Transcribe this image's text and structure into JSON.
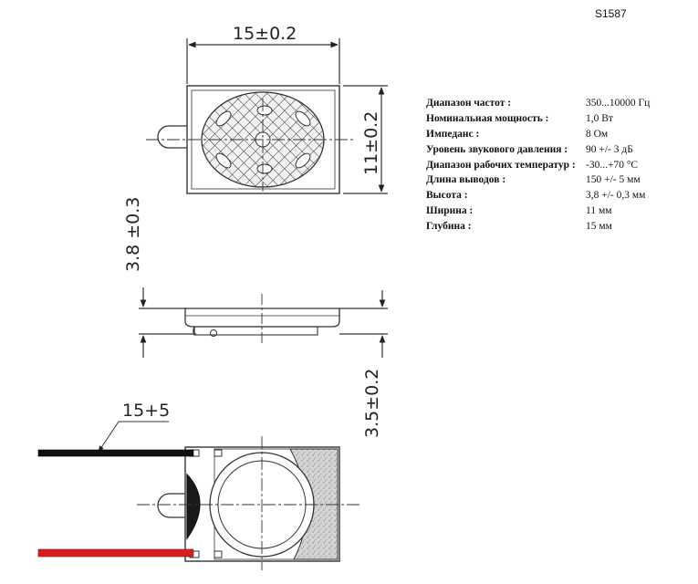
{
  "part_code": "S1587",
  "dimensions": {
    "width": "15±0.2",
    "height": "11±0.2",
    "thickness": "3.8 ±0.3",
    "terminal": "3.5±0.2",
    "lead": "15+5"
  },
  "colors": {
    "lead_black": "#111111",
    "lead_red": "#d42020",
    "line": "#333333",
    "fill_gray": "#d0d0d0"
  },
  "specs": [
    {
      "label": "Диапазон частот :",
      "value": "350...10000 Гц"
    },
    {
      "label": "Номинальная мощность :",
      "value": "1,0 Вт"
    },
    {
      "label": "Импеданс :",
      "value": "8 Ом"
    },
    {
      "label": "Уровень звукового давления :",
      "value": "90 +/- 3 дБ"
    },
    {
      "label": "Диапазон рабочих температур :",
      "value": "-30...+70 °C"
    },
    {
      "label": "Длина выводов :",
      "value": "150 +/- 5 мм"
    },
    {
      "label": "Высота :",
      "value": "3,8 +/- 0,3 мм"
    },
    {
      "label": "Ширина :",
      "value": "11 мм"
    },
    {
      "label": "Глубина :",
      "value": "15 мм"
    }
  ]
}
